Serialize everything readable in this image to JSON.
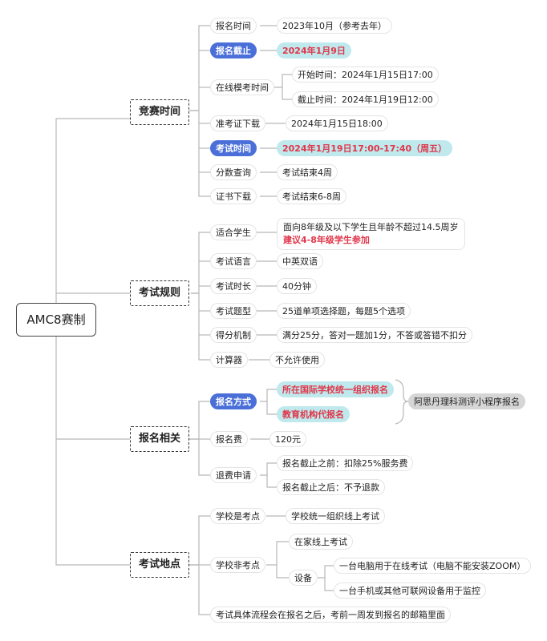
{
  "root": "AMC8赛制",
  "sections": {
    "time": {
      "title": "竞赛时间",
      "registration_time": {
        "label": "报名时间",
        "value": "2023年10月（参考去年）"
      },
      "registration_deadline": {
        "label": "报名截止",
        "value": "2024年1月9日"
      },
      "mock_exam": {
        "label": "在线模考时间",
        "start": "开始时间：2024年1月15日17:00",
        "end": "截止时间：2024年1月19日12:00"
      },
      "admission_ticket": {
        "label": "准考证下载",
        "value": "2024年1月15日18:00"
      },
      "exam_time": {
        "label": "考试时间",
        "value": "2024年1月19日17:00-17:40（周五）"
      },
      "score_query": {
        "label": "分数查询",
        "value": "考试结束4周"
      },
      "certificate": {
        "label": "证书下载",
        "value": "考试结束6-8周"
      }
    },
    "rules": {
      "title": "考试规则",
      "eligible": {
        "label": "适合学生",
        "line1": "面向8年级及以下学生且年龄不超过14.5周岁",
        "line2": "建议4-8年级学生参加"
      },
      "language": {
        "label": "考试语言",
        "value": "中英双语"
      },
      "duration": {
        "label": "考试时长",
        "value": "40分钟"
      },
      "format": {
        "label": "考试题型",
        "value": "25道单项选择题，每题5个选项"
      },
      "scoring": {
        "label": "得分机制",
        "value": "满分25分，答对一题加1分，不答或答错不扣分"
      },
      "calculator": {
        "label": "计算器",
        "value": "不允许使用"
      }
    },
    "signup": {
      "title": "报名相关",
      "method": {
        "label": "报名方式",
        "option1": "所在国际学校统一组织报名",
        "option2": "教育机构代报名",
        "summary": "阿思丹理科测评小程序报名"
      },
      "fee": {
        "label": "报名费",
        "value": "120元"
      },
      "refund": {
        "label": "退费申请",
        "before": "报名截止之前：扣除25%服务费",
        "after": "报名截止之后：不予退款"
      }
    },
    "venue": {
      "title": "考试地点",
      "school_venue": {
        "label": "学校是考点",
        "value": "学校统一组织线上考试"
      },
      "school_not_venue": {
        "label": "学校非考点",
        "home": "在家线上考试",
        "devices": {
          "label": "设备",
          "computer": "一台电脑用于在线考试（电脑不能安装ZOOM）",
          "phone": "一台手机或其他可联网设备用于监控"
        }
      },
      "process_note": "考试具体流程会在报名之后，考前一周发到报名的邮箱里面"
    }
  },
  "colors": {
    "highlight_blue": "#4a6fd8",
    "highlight_cyan": "#bfe9ed",
    "red_text": "#e0364a",
    "line": "#b8b8b8"
  }
}
